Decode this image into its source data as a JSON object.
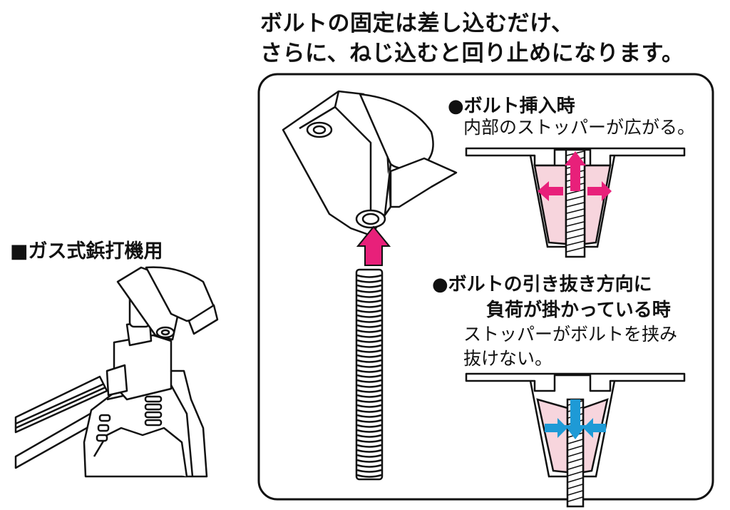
{
  "headline": {
    "line1": "ボルトの固定は差し込むだけ、",
    "line2": "さらに、ねじ込むと回り止めになります。"
  },
  "tool_label": "■ガス式鋲打機用",
  "insert_state": {
    "title": "●ボルト挿入時",
    "description": "内部のストッパーが広がる。"
  },
  "pull_state": {
    "title_line1": "●ボルトの引き抜き方向に",
    "title_line2": "負荷が掛かっている時",
    "description_line1": "ストッパーがボルトを挟み",
    "description_line2": "抜けない。"
  },
  "colors": {
    "insert_arrow": "#e8207a",
    "pull_arrow": "#1e9ad6",
    "stopper_fill": "#f7d5dd",
    "outline": "#111111"
  },
  "icons": [
    "panel-frame",
    "bracket-illustration",
    "threaded-bolt",
    "nail-gun-illustration"
  ]
}
